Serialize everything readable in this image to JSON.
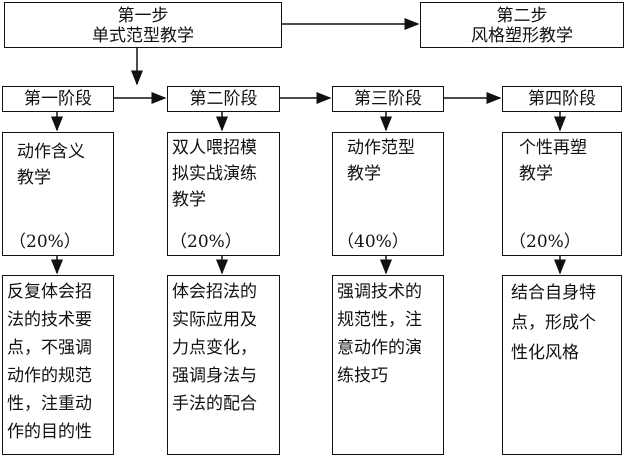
{
  "step1": {
    "line1": "第一步",
    "line2": "单式范型教学"
  },
  "step2": {
    "line1": "第二步",
    "line2": "风格塑形教学"
  },
  "stages": [
    {
      "stage": "第一阶段",
      "content": "动作含义\n教学",
      "percent": "（20%）",
      "detail": "反复体会招\n法的技术要\n点，不强调\n动作的规范\n性，注重动\n作的目的性"
    },
    {
      "stage": "第二阶段",
      "content": "双人喂招模\n拟实战演练\n教学",
      "percent": "（20%）",
      "detail": "体会招法的\n实际应用及\n力点变化，\n强调身法与\n手法的配合"
    },
    {
      "stage": "第三阶段",
      "content": "动作范型\n教学",
      "percent": "（40%）",
      "detail": "强调技术的\n规范性，注\n意动作的演\n练技巧"
    },
    {
      "stage": "第四阶段",
      "content": "个性再塑\n教学",
      "percent": "（20%）",
      "detail": "结合自身特\n点，形成个\n性化风格"
    }
  ]
}
